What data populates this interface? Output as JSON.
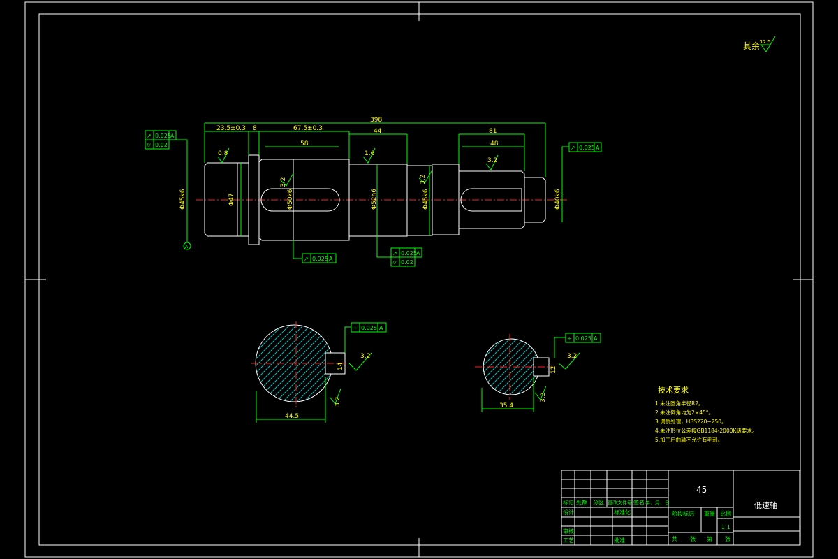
{
  "roughness_note": {
    "label": "其余",
    "value": "12.5"
  },
  "dimensions": {
    "overall": "398",
    "seg1": "23.5±0.3",
    "seg2": "8",
    "seg3": "67.5±0.3",
    "seg4": "44",
    "seg5": "81",
    "keyway1_len": "58",
    "keyway2_len": "48",
    "dia1": "Φ45k6",
    "dia2": "Φ47",
    "dia3": "Φ50k6",
    "dia4": "Φ52h6",
    "dia5": "Φ45k6",
    "dia6": "Φ40k6",
    "sec1_depth": "44.5",
    "sec1_width": "14",
    "sec2_depth": "35.4",
    "sec2_width": "12"
  },
  "roughness_values": {
    "r1": "0.8",
    "r2": "3.2",
    "r3": "1.6",
    "r4": "3.2",
    "r5": "3.2",
    "s1": "3.2",
    "s2": "3.2",
    "s3": "3.2",
    "s4": "3.2"
  },
  "tolerance_frames": {
    "left_top": {
      "symbol": "↗",
      "value": "0.025",
      "datum": "A"
    },
    "left_bottom": {
      "symbol": "⌭",
      "value": "0.02"
    },
    "mid_small": {
      "symbol": "↗",
      "value": "0.025",
      "datum": "A"
    },
    "mid_top": {
      "symbol": "↗",
      "value": "0.025",
      "datum": "A"
    },
    "mid_bottom": {
      "symbol": "⌭",
      "value": "0.02"
    },
    "right": {
      "symbol": "↗",
      "value": "0.025",
      "datum": "A"
    },
    "sec1": {
      "symbol": "÷",
      "value": "0.025",
      "datum": "A"
    },
    "sec2": {
      "symbol": "÷",
      "value": "0.025",
      "datum": "A"
    }
  },
  "datum_label": "A",
  "tech_req": {
    "title": "技术要求",
    "items": [
      "1.未注圆角半径R2。",
      "2.未注倒角均为2×45°。",
      "3.调质处理，HBS220~250。",
      "4.未注形位公差按GB1184-2000K级要求。",
      "5.加工后曲轴不允许有毛刺。"
    ]
  },
  "title_block": {
    "material": "45",
    "part_name": "低速轴",
    "header_labels": [
      "标记",
      "处数",
      "分区",
      "更改文件号",
      "签名",
      "年、月、日"
    ],
    "row_design": "设计",
    "row_std": "标准化",
    "row_review": "审核",
    "row_process": "工艺",
    "row_approve": "批准",
    "stage_label": "阶段标记",
    "weight_label": "重量",
    "scale_label": "比例",
    "scale_value": "1:1",
    "sheet_total": "共",
    "sheet_unit1": "张",
    "sheet_no": "第",
    "sheet_unit2": "张"
  },
  "colors": {
    "outline": "#ffffff",
    "dimension": "#00ff00",
    "center": "#ff2020",
    "hatch": "#20b0b0",
    "text": "#ffff00"
  }
}
